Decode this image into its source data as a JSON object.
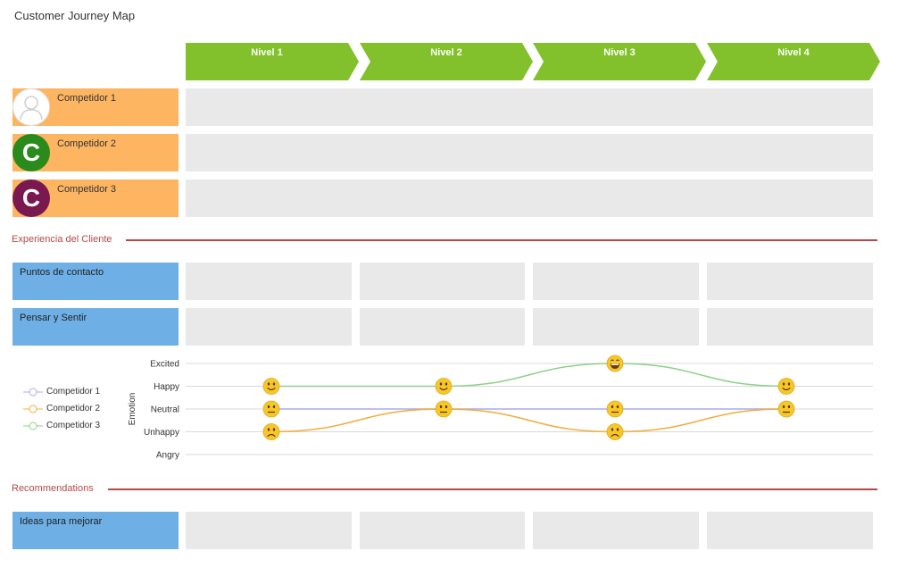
{
  "title": "Customer Journey Map",
  "stages": [
    "Nivel 1",
    "Nivel 2",
    "Nivel 3",
    "Nivel 4"
  ],
  "colors": {
    "stage": "#82c12b",
    "competitor_row": "#fdb561",
    "section_row": "#6eb0e6",
    "cell": "#e9e9e9",
    "section_line": "#b34a46",
    "competitor_2_avatar": "#2b8a1c",
    "competitor_3_avatar": "#7a1850"
  },
  "competitors": [
    {
      "name": "Competidor 1",
      "avatar_letter": "",
      "avatar_icon": "user-placeholder-icon"
    },
    {
      "name": "Competidor 2",
      "avatar_letter": "C"
    },
    {
      "name": "Competidor 3",
      "avatar_letter": "C"
    }
  ],
  "sections": {
    "experience": "Experiencia del Cliente",
    "recommendations": "Recommendations"
  },
  "rows": {
    "touchpoints": "Puntos de contacto",
    "think_feel": "Pensar y Sentir",
    "ideas": "Ideas para mejorar"
  },
  "chart_data": {
    "type": "line",
    "ylabel": "Emotion",
    "x": [
      "Nivel 1",
      "Nivel 2",
      "Nivel 3",
      "Nivel 4"
    ],
    "y_levels": [
      "Excited",
      "Happy",
      "Neutral",
      "Unhappy",
      "Angry"
    ],
    "series": [
      {
        "name": "Competidor 1",
        "color": "#aaaaee",
        "values": [
          "Neutral",
          "Neutral",
          "Neutral",
          "Neutral"
        ]
      },
      {
        "name": "Competidor 2",
        "color": "#f0ad3c",
        "values": [
          "Unhappy",
          "Neutral",
          "Unhappy",
          "Neutral"
        ]
      },
      {
        "name": "Competidor 3",
        "color": "#8ed08a",
        "values": [
          "Happy",
          "Happy",
          "Excited",
          "Happy"
        ]
      }
    ],
    "grid": true,
    "legend": "left"
  }
}
